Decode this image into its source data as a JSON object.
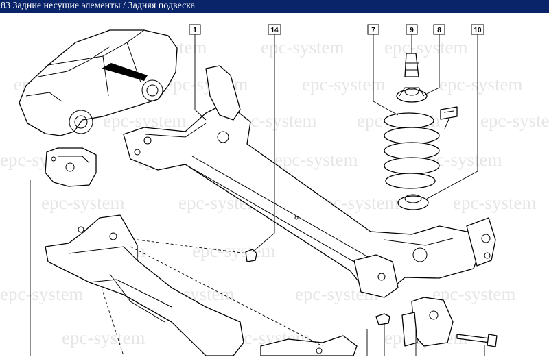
{
  "window": {
    "title": "83 Задние несущие элементы / Задняя подвеска",
    "title_bg": "#0a246a",
    "title_fg": "#ffffff"
  },
  "diagram": {
    "watermark": "epc-system",
    "callouts": [
      "1",
      "14",
      "7",
      "9",
      "8",
      "10"
    ]
  }
}
